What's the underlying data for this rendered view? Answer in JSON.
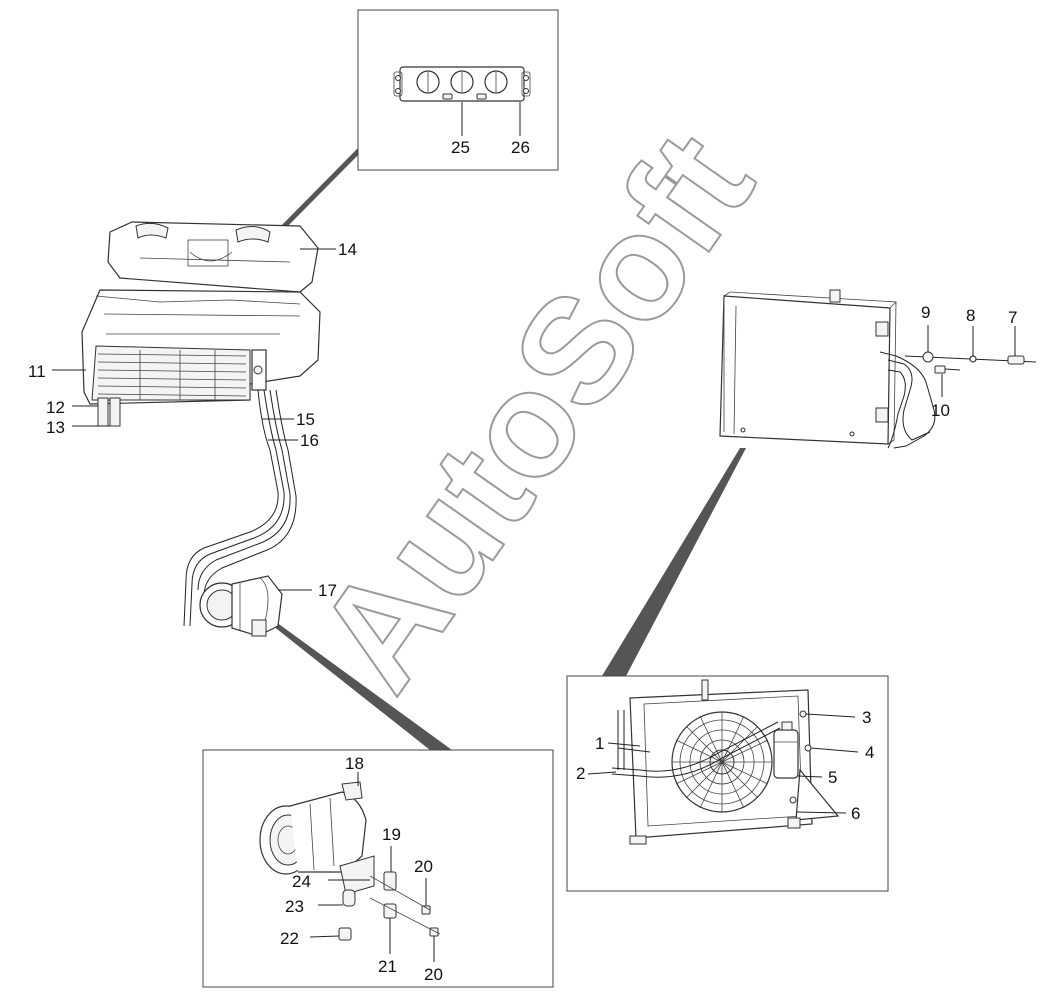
{
  "watermark": "AutoSoft",
  "labels": {
    "l1": "1",
    "l2": "2",
    "l3": "3",
    "l4": "4",
    "l5": "5",
    "l6": "6",
    "l7": "7",
    "l8": "8",
    "l9": "9",
    "l10": "10",
    "l11": "11",
    "l12": "12",
    "l13": "13",
    "l14": "14",
    "l15": "15",
    "l16": "16",
    "l17": "17",
    "l18": "18",
    "l19": "19",
    "l20a": "20",
    "l20b": "20",
    "l21": "21",
    "l22": "22",
    "l23": "23",
    "l24": "24",
    "l25": "25",
    "l26": "26"
  }
}
